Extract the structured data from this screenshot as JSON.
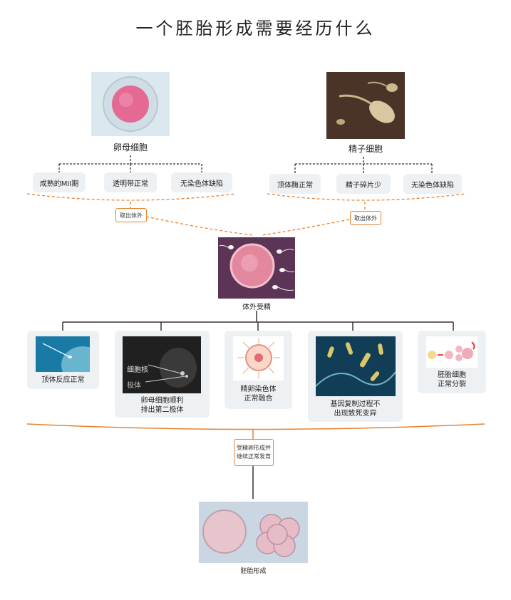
{
  "title": "一个胚胎形成需要经历什么",
  "egg": {
    "caption": "卵母细胞",
    "conditions": [
      "成熟的MII期",
      "透明带正常",
      "无染色体缺陷"
    ],
    "tag": "取出体外"
  },
  "sperm": {
    "caption": "精子细胞",
    "conditions": [
      "顶体酶正常",
      "精子碎片少",
      "无染色体缺陷"
    ],
    "tag": "取出体外"
  },
  "ivf": {
    "caption": "体外受精"
  },
  "stages": [
    {
      "label": "顶体反应正常"
    },
    {
      "label": "卵母细胞顺利\n排出第二极体",
      "image_labels": [
        "细胞核",
        "极体"
      ]
    },
    {
      "label": "精卵染色体\n正常融合"
    },
    {
      "label": "基因复制过程不\n出现致死变异"
    },
    {
      "label": "胚胎细胞\n正常分裂"
    }
  ],
  "result_box": {
    "line1": "受精卵形成并",
    "line2": "继续正常发育"
  },
  "embryo": {
    "caption": "胚胎形成"
  },
  "colors": {
    "accent_orange": "#e8822e",
    "connector": "#333333",
    "card_bg": "#eef1f3"
  }
}
